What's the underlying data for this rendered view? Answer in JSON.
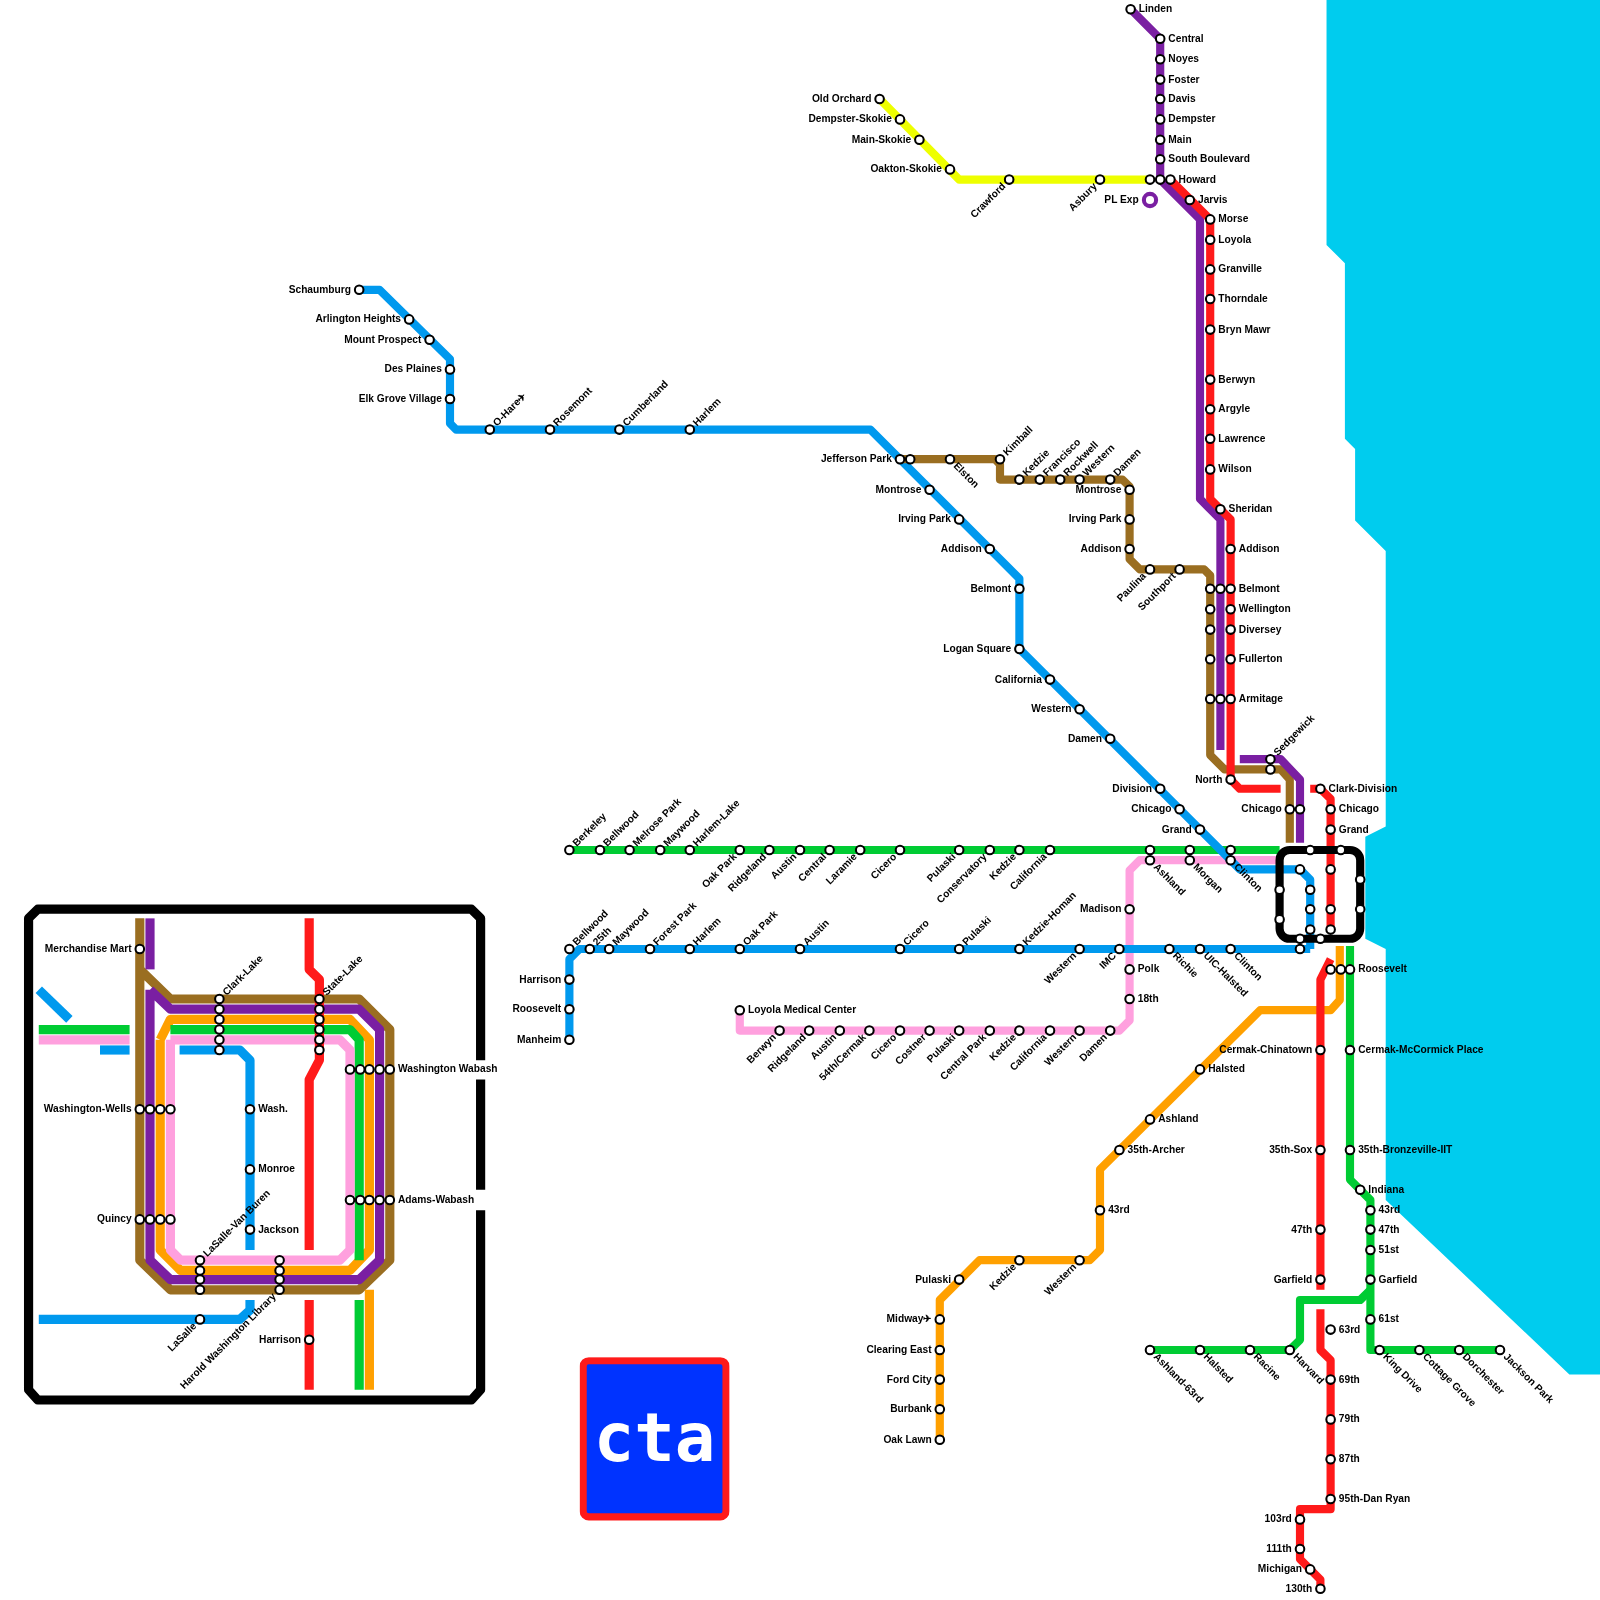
{
  "diagram": {
    "nodes": [
      {
        "text": [
          "cta"
        ]
      }
    ],
    "labels": [
      "Linden",
      "Central",
      "Noyes",
      "Foster",
      "Davis",
      "Dempster",
      "Main",
      "South Boulevard",
      "Howard",
      "PL Exp",
      "Jarvis",
      "Old Orchard",
      "Dempster-Skokie",
      "Main-Skokie",
      "Oakton-Skokie",
      "Crawford",
      "Asbury",
      "Morse",
      "Loyola",
      "Granville",
      "Thorndale",
      "Bryn Mawr",
      "Berwyn",
      "Argyle",
      "Lawrence",
      "Wilson",
      "Sheridan",
      "Addison",
      "Belmont",
      "Wellington",
      "Diversey",
      "Fullerton",
      "Armitage",
      "North",
      "Sedgewick",
      "Chicago",
      "Clark-Division",
      "Chicago",
      "Grand",
      "Schaumburg",
      "Arlington Heights",
      "Mount Prospect",
      "Des Plaines",
      "Elk Grove Village",
      "O-Hare✈",
      "Rosemont",
      "Cumberland",
      "Harlem",
      "Jefferson Park",
      "Kimball",
      "Elston",
      "Kedzie",
      "Francisco",
      "Rockwell",
      "Western",
      "Damen",
      "Montrose",
      "Irving Park",
      "Addison",
      "Paulina",
      "Southport",
      "Montrose",
      "Irving Park",
      "Addison",
      "Belmont",
      "Logan Square",
      "California",
      "Western",
      "Damen",
      "Division",
      "Chicago",
      "Grand",
      "Berkeley",
      "Bellwood",
      "Melrose Park",
      "Maywood",
      "Harlem-Lake",
      "Oak Park",
      "Ridgeland",
      "Austin",
      "Central",
      "Laramie",
      "Cicero",
      "Pulaski",
      "Conservatory",
      "Kedzie",
      "California",
      "Ashland",
      "Morgan",
      "Clinton",
      "Madison",
      "Polk",
      "18th",
      "Loyola Medical Center",
      "Berwyn",
      "Ridgeland",
      "Austin",
      "54th/Cermak",
      "Cicero",
      "Costner",
      "Pulaski",
      "Central Park",
      "Kedzie",
      "California",
      "Western",
      "Damen",
      "Bellwood",
      "Harrison",
      "Roosevelt",
      "Manheim",
      "25th",
      "Maywood",
      "Forest Park",
      "Harlem",
      "Oak Park",
      "Austin",
      "Cicero",
      "Pulaski",
      "Kedzie-Homan",
      "Western",
      "IMC",
      "Richie",
      "UIC-Halsted",
      "Clinton",
      "Roosevelt",
      "Halsted",
      "Ashland",
      "35th-Archer",
      "43rd",
      "Western",
      "Kedzie",
      "Pulaski",
      "Midway✈",
      "Clearing East",
      "Ford City",
      "Burbank",
      "Oak Lawn",
      "Cermak-Chinatown",
      "35th-Sox",
      "47th",
      "Garfield",
      "63rd",
      "69th",
      "79th",
      "87th",
      "95th-Dan Ryan",
      "103rd",
      "111th",
      "Michigan",
      "130th",
      "Cermak-McCormick Place",
      "35th-Bronzeville-IIT",
      "Indiana",
      "43rd",
      "47th",
      "51st",
      "Garfield",
      "61st",
      "Ashland-63rd",
      "Halsted",
      "Racine",
      "Harvard",
      "King Drive",
      "Cottage Grove",
      "Dorchester",
      "Jackson Park",
      "Merchandise Mart",
      "Clark-Lake",
      "State-Lake",
      "Washington Wabash",
      "Washington-Wells",
      "Wash.",
      "Monroe",
      "Adams-Wabash",
      "Quincy",
      "Jackson",
      "LaSalle-Van Buren",
      "LaSalle",
      "Harold Washington Library",
      "Harrison"
    ]
  }
}
